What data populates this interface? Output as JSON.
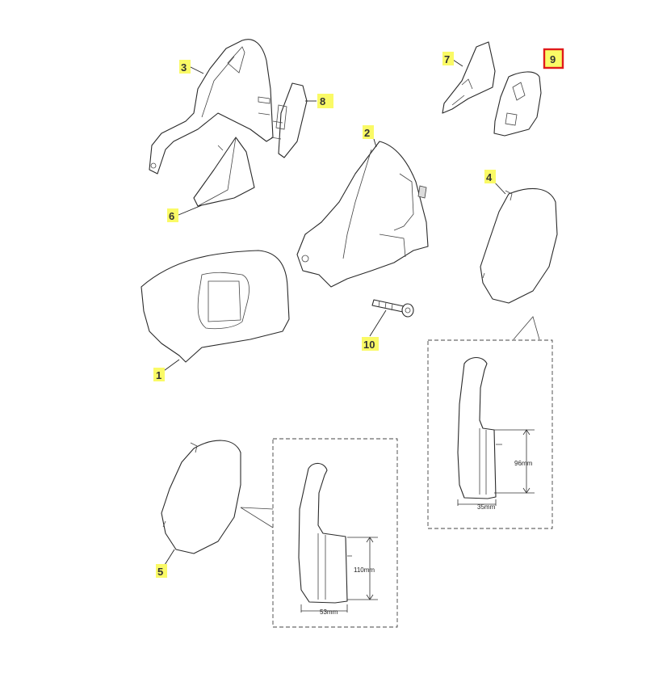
{
  "callouts": [
    {
      "id": "1",
      "label": "1",
      "selected": false
    },
    {
      "id": "2",
      "label": "2",
      "selected": false
    },
    {
      "id": "3",
      "label": "3",
      "selected": false
    },
    {
      "id": "4",
      "label": "4",
      "selected": false
    },
    {
      "id": "5",
      "label": "5",
      "selected": false
    },
    {
      "id": "6",
      "label": "6",
      "selected": false
    },
    {
      "id": "7",
      "label": "7",
      "selected": false
    },
    {
      "id": "8",
      "label": "8",
      "selected": false
    },
    {
      "id": "9",
      "label": "9",
      "selected": true
    },
    {
      "id": "10",
      "label": "10",
      "selected": false
    }
  ],
  "dimensions": {
    "part4_height": "96mm",
    "part4_width": "35mm",
    "part5_height": "110mm",
    "part5_width": "53mm"
  },
  "colors": {
    "callout_highlight": "#fafa66",
    "selection_border": "#e01b1b"
  }
}
